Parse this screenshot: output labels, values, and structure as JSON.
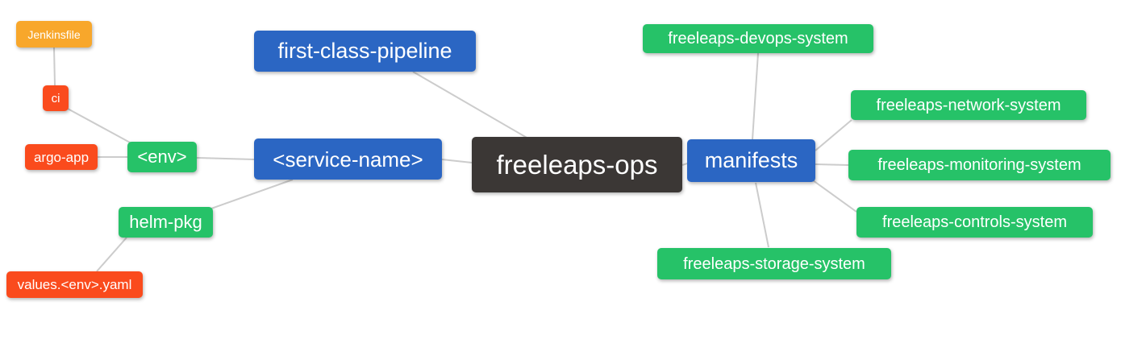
{
  "mindmap": {
    "palette": {
      "blue": "#2B66C3",
      "green": "#26C268",
      "dark": "#3B3735",
      "red": "#FA4B1D",
      "orange": "#F8A72B",
      "edge": "#CCCCCC",
      "canvas": "#FFFFFF"
    },
    "nodes": {
      "jenkinsfile": {
        "label": "Jenkinsfile",
        "color": "orange"
      },
      "ci": {
        "label": "ci",
        "color": "red"
      },
      "argo_app": {
        "label": "argo-app",
        "color": "red"
      },
      "env": {
        "label": "<env>",
        "color": "green"
      },
      "helm_pkg": {
        "label": "helm-pkg",
        "color": "green"
      },
      "values_env_yaml": {
        "label": "values.<env>.yaml",
        "color": "red"
      },
      "first_class_pipeline": {
        "label": "first-class-pipeline",
        "color": "blue"
      },
      "service_name": {
        "label": "<service-name>",
        "color": "blue"
      },
      "freeleaps_ops": {
        "label": "freeleaps-ops",
        "color": "dark"
      },
      "manifests": {
        "label": "manifests",
        "color": "blue"
      },
      "devops_system": {
        "label": "freeleaps-devops-system",
        "color": "green"
      },
      "network_system": {
        "label": "freeleaps-network-system",
        "color": "green"
      },
      "monitoring_system": {
        "label": "freeleaps-monitoring-system",
        "color": "green"
      },
      "controls_system": {
        "label": "freeleaps-controls-system",
        "color": "green"
      },
      "storage_system": {
        "label": "freeleaps-storage-system",
        "color": "green"
      }
    },
    "edges": [
      {
        "from": "jenkinsfile",
        "to": "ci"
      },
      {
        "from": "ci",
        "to": "env"
      },
      {
        "from": "argo_app",
        "to": "env"
      },
      {
        "from": "env",
        "to": "service_name"
      },
      {
        "from": "helm_pkg",
        "to": "service_name"
      },
      {
        "from": "values_env_yaml",
        "to": "helm_pkg"
      },
      {
        "from": "first_class_pipeline",
        "to": "freeleaps_ops"
      },
      {
        "from": "service_name",
        "to": "freeleaps_ops"
      },
      {
        "from": "freeleaps_ops",
        "to": "manifests"
      },
      {
        "from": "manifests",
        "to": "devops_system"
      },
      {
        "from": "manifests",
        "to": "network_system"
      },
      {
        "from": "manifests",
        "to": "monitoring_system"
      },
      {
        "from": "manifests",
        "to": "controls_system"
      },
      {
        "from": "manifests",
        "to": "storage_system"
      }
    ]
  }
}
